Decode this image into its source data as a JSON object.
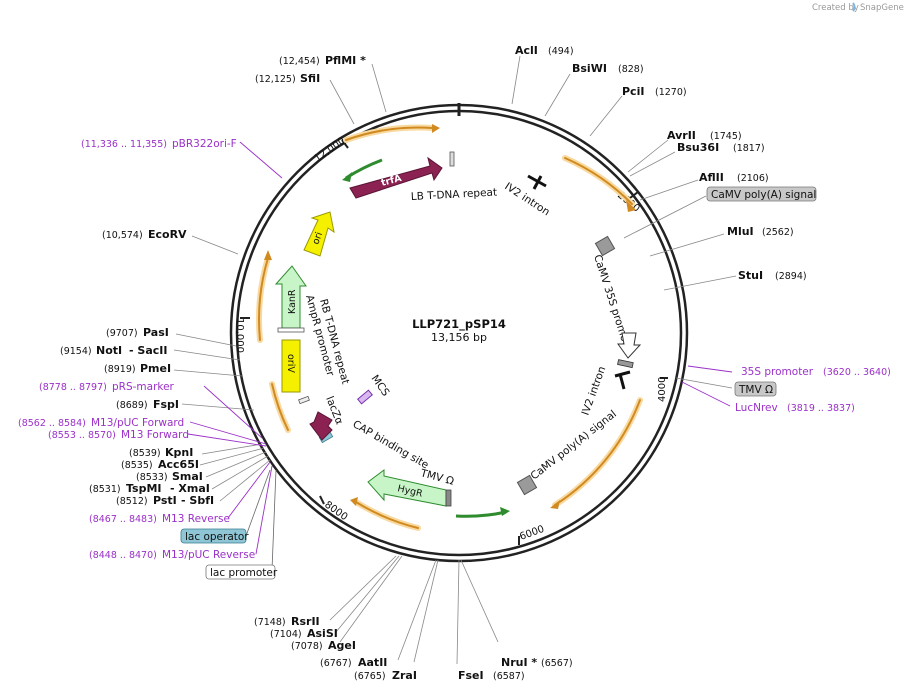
{
  "plasmid": {
    "name": "LLP721_pSP14",
    "length": "13,156 bp"
  },
  "credit": {
    "prefix": "Created by",
    "brand": "SnapGene"
  },
  "ticks": [
    "2000",
    "4000",
    "6000",
    "8000",
    "10,000",
    "12,000"
  ],
  "sites": [
    {
      "id": "acli",
      "name": "AclI",
      "pos": "(494)"
    },
    {
      "id": "bsiwi",
      "name": "BsiWI",
      "pos": "(828)"
    },
    {
      "id": "pcii",
      "name": "PciI",
      "pos": "(1270)"
    },
    {
      "id": "avrii",
      "name": "AvrII",
      "pos": "(1745)"
    },
    {
      "id": "bsu36i",
      "name": "Bsu36I",
      "pos": "(1817)"
    },
    {
      "id": "aflii",
      "name": "AflII",
      "pos": "(2106)"
    },
    {
      "id": "mlui",
      "name": "MluI",
      "pos": "(2562)"
    },
    {
      "id": "stui",
      "name": "StuI",
      "pos": "(2894)"
    },
    {
      "id": "nrui",
      "name": "NruI *",
      "pos": "(6567)"
    },
    {
      "id": "fsei",
      "name": "FseI",
      "pos": "(6587)"
    },
    {
      "id": "zrai",
      "name": "ZraI",
      "pos": "(6765)"
    },
    {
      "id": "aatii",
      "name": "AatII",
      "pos": "(6767)"
    },
    {
      "id": "agei",
      "name": "AgeI",
      "pos": "(7078)"
    },
    {
      "id": "asisi",
      "name": "AsiSI",
      "pos": "(7104)"
    },
    {
      "id": "rsrii",
      "name": "RsrII",
      "pos": "(7148)"
    },
    {
      "id": "pfmi",
      "name": "PflMI *",
      "pos": "(12,454)"
    },
    {
      "id": "sfii",
      "name": "SfiI",
      "pos": "(12,125)"
    },
    {
      "id": "ecorv",
      "name": "EcoRV",
      "pos": "(10,574)"
    },
    {
      "id": "pasi",
      "name": "PasI",
      "pos": "(9707)"
    },
    {
      "id": "noti",
      "name": "NotI",
      "pos": "(9154)"
    },
    {
      "id": "saci",
      "name": "- SacII",
      "pos": ""
    },
    {
      "id": "pmei",
      "name": "PmeI",
      "pos": "(8919)"
    },
    {
      "id": "fspi",
      "name": "FspI",
      "pos": "(8689)"
    },
    {
      "id": "kpni",
      "name": "KpnI",
      "pos": "(8539)"
    },
    {
      "id": "acc65i",
      "name": "Acc65I",
      "pos": "(8535)"
    },
    {
      "id": "smai",
      "name": "SmaI",
      "pos": "(8533)"
    },
    {
      "id": "tspmi",
      "name": "TspMI",
      "pos": "(8531)"
    },
    {
      "id": "xmai",
      "name": "- XmaI",
      "pos": ""
    },
    {
      "id": "psti",
      "name": "PstI",
      "pos": "(8512)"
    },
    {
      "id": "sbfi",
      "name": "- SbfI",
      "pos": ""
    }
  ],
  "primers": [
    {
      "id": "pbr",
      "name": "pBR322ori-F",
      "pos": "(11,336 .. 11,355)"
    },
    {
      "id": "prs",
      "name": "pRS-marker",
      "pos": "(8778 .. 8797)"
    },
    {
      "id": "m13puc",
      "name": "M13/pUC Forward",
      "pos": "(8562 .. 8584)"
    },
    {
      "id": "m13f",
      "name": "M13 Forward",
      "pos": "(8553 .. 8570)"
    },
    {
      "id": "m13r",
      "name": "M13 Reverse",
      "pos": "(8467 .. 8483)"
    },
    {
      "id": "m13pucr",
      "name": "M13/pUC Reverse",
      "pos": "(8448 .. 8470)"
    },
    {
      "id": "p35s",
      "name": "35S promoter",
      "pos": "(3620 .. 3640)"
    },
    {
      "id": "lucnrev",
      "name": "LucNrev",
      "pos": "(3819 .. 3837)"
    }
  ],
  "pills": [
    {
      "id": "camv-polya-pill",
      "text": "CaMV poly(A) signal",
      "color": "#c8c8c8"
    },
    {
      "id": "tmv-pill",
      "text": "TMV Ω",
      "color": "#c8c8c8"
    },
    {
      "id": "lac-operator-pill",
      "text": "lac operator",
      "color": "#8ec6d6"
    },
    {
      "id": "lac-promoter-pill",
      "text": "lac promoter",
      "color": "#ffffff"
    }
  ],
  "features": {
    "lb": "LB T-DNA repeat",
    "iv2_top": "IV2 intron",
    "camv35s": "CaMV 35S promoter",
    "iv2_right": "IV2 intron",
    "camv_polya": "CaMV poly(A) signal",
    "tmv": "TMV Ω",
    "hygr": "HygR",
    "cap": "CAP binding site",
    "lacza": "lacZα",
    "mcs": "MCS",
    "rb": "RB T-DNA repeat",
    "ampr_prom": "AmpR promoter",
    "kanr": "KanR",
    "oriv": "oriV",
    "ori": "ori",
    "trfa": "trfA"
  },
  "colors": {
    "backbone": "#222222",
    "primer": "#9b30c8",
    "orf_maroon": "#8b2252",
    "yellow": "#f5f000",
    "green_light": "#c8f5c8",
    "orange": "#f0a040",
    "grey": "#9a9a9a"
  }
}
